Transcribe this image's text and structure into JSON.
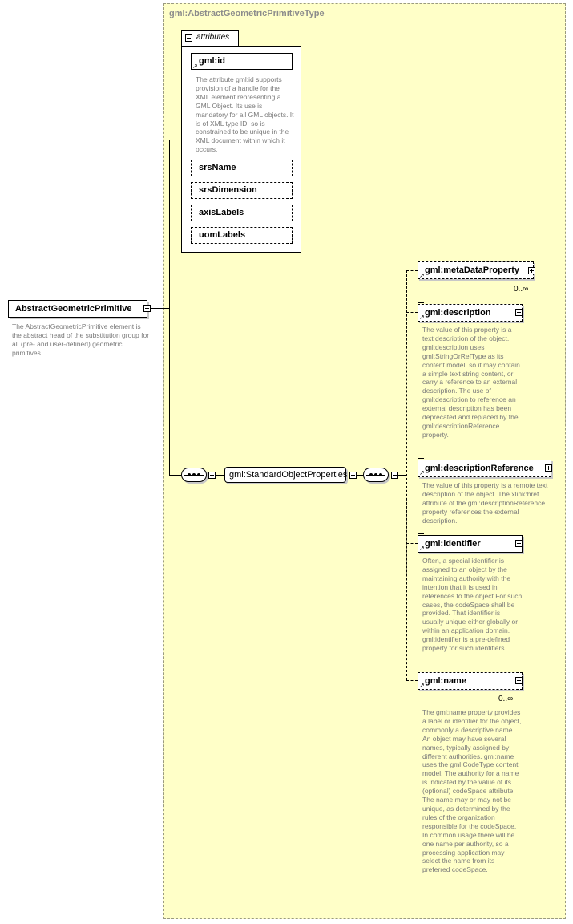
{
  "root": {
    "name": "AbstractGeometricPrimitive",
    "description": "The AbstractGeometricPrimitive element is the abstract head of the substitution group for all (pre- and user-defined) geometric primitives."
  },
  "type": {
    "title": "gml:AbstractGeometricPrimitiveType"
  },
  "attributes": {
    "label": "attributes",
    "items": [
      {
        "name": "gml:id",
        "description": "The attribute gml:id supports provision of a handle for the XML element representing a GML Object. Its use is mandatory for all GML objects. It is of XML type ID, so is constrained to be unique in the XML document within which it occurs."
      },
      {
        "name": "srsName"
      },
      {
        "name": "srsDimension"
      },
      {
        "name": "axisLabels"
      },
      {
        "name": "uomLabels"
      }
    ]
  },
  "group": {
    "name": "gml:StandardObjectProperties"
  },
  "elements": [
    {
      "name": "gml:metaDataProperty",
      "multiplicity": "0..∞",
      "description": ""
    },
    {
      "name": "gml:description",
      "multiplicity": "",
      "description": "The value of this property is a text description of the object. gml:description uses gml:StringOrRefType as its content model, so it may contain a simple text string content, or carry a reference to an external description. The use of gml:description to reference an external description has been deprecated and replaced by the gml:descriptionReference property."
    },
    {
      "name": "gml:descriptionReference",
      "multiplicity": "",
      "description": "The value of this property is a remote text description of the object. The xlink:href attribute of the gml:descriptionReference property references the external description."
    },
    {
      "name": "gml:identifier",
      "multiplicity": "",
      "description": "Often, a special identifier is assigned to an object by the maintaining authority with the intention that it is used in references to the object For such cases, the codeSpace shall be provided. That identifier is usually unique either globally or within an application domain. gml:identifier is a pre-defined property for such identifiers."
    },
    {
      "name": "gml:name",
      "multiplicity": "0..∞",
      "description": "The gml:name property provides a label or identifier for the object, commonly a descriptive name. An object may have several names, typically assigned by different authorities. gml:name uses the gml:CodeType content model.  The authority for a name is indicated by the value of its (optional) codeSpace attribute.  The name may or may not be unique, as determined by the rules of the organization responsible for the codeSpace.  In common usage there will be one name per authority, so a processing application may select the name from its preferred codeSpace."
    }
  ]
}
